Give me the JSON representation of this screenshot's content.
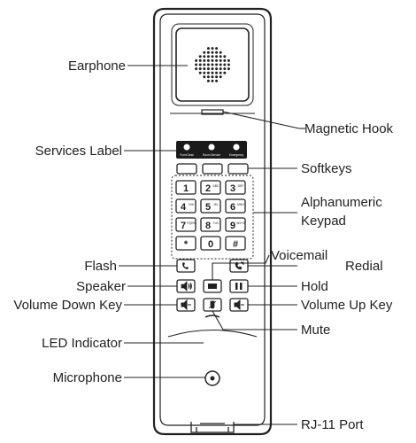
{
  "title": "",
  "labels": {
    "earphone": "Earphone",
    "magnetic_hook": "Magnetic Hook",
    "services_label": "Services Label",
    "softkeys": "Softkeys",
    "alphanumeric": "Alphanumeric",
    "keypad": "Keypad",
    "voicemail": "Voicemail",
    "flash": "Flash",
    "redial": "Redial",
    "speaker": "Speaker",
    "hold": "Hold",
    "volume_down": "Volume Down Key",
    "volume_up": "Volume Up Key",
    "led": "LED Indicator",
    "mute": "Mute",
    "microphone": "Microphone",
    "rj11": "RJ-11 Port"
  },
  "service_labels": [
    "Front Desk",
    "Room Service",
    "Emergency"
  ],
  "keypad": [
    {
      "digit": "1",
      "letters": ""
    },
    {
      "digit": "2",
      "letters": "ABC"
    },
    {
      "digit": "3",
      "letters": "DEF"
    },
    {
      "digit": "4",
      "letters": "GHI"
    },
    {
      "digit": "5",
      "letters": "JKL"
    },
    {
      "digit": "6",
      "letters": "MNO"
    },
    {
      "digit": "7",
      "letters": "PQRS"
    },
    {
      "digit": "8",
      "letters": "TUV"
    },
    {
      "digit": "9",
      "letters": "WXYZ"
    },
    {
      "digit": "*",
      "letters": ""
    },
    {
      "digit": "0",
      "letters": ""
    },
    {
      "digit": "#",
      "letters": ""
    }
  ],
  "colors": {
    "line": "#222222",
    "body": "#ffffff",
    "screen": "#1a1a1a",
    "key_fill": "#ffffff"
  }
}
